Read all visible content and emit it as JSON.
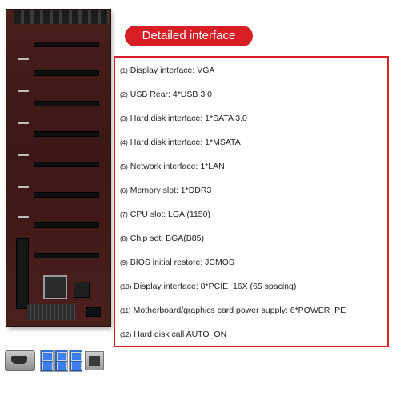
{
  "header": {
    "title": "Detailed interface"
  },
  "specs": [
    {
      "num": "(1)",
      "text": "Display interface: VGA"
    },
    {
      "num": "(2)",
      "text": "USB Rear: 4*USB 3.0"
    },
    {
      "num": "(3)",
      "text": "Hard disk interface: 1*SATA 3.0"
    },
    {
      "num": "(4)",
      "text": "Hard disk interface: 1*MSATA"
    },
    {
      "num": "(5)",
      "text": "Network interface: 1*LAN"
    },
    {
      "num": "(6)",
      "text": "Memory slot: 1*DDR3"
    },
    {
      "num": "(7)",
      "text": "CPU slot: LGA (1150)"
    },
    {
      "num": "(8)",
      "text": "Chip set: BGA(B85)"
    },
    {
      "num": "(9)",
      "text": "BIOS initial restore: JCMOS"
    },
    {
      "num": "(10)",
      "text": "Display interface: 8*PCIE_16X (65 spacing)"
    },
    {
      "num": "(11)",
      "text": "Motherboard/graphics card power supply:  6*POWER_PE"
    },
    {
      "num": "(12)",
      "text": "Hard disk call AUTO_ON"
    }
  ],
  "colors": {
    "accent": "#d91f26",
    "text": "#222222",
    "board": "#3b1715"
  },
  "images": {
    "board": "motherboard-photo",
    "rear_io": "rear-io-ports-photo"
  }
}
